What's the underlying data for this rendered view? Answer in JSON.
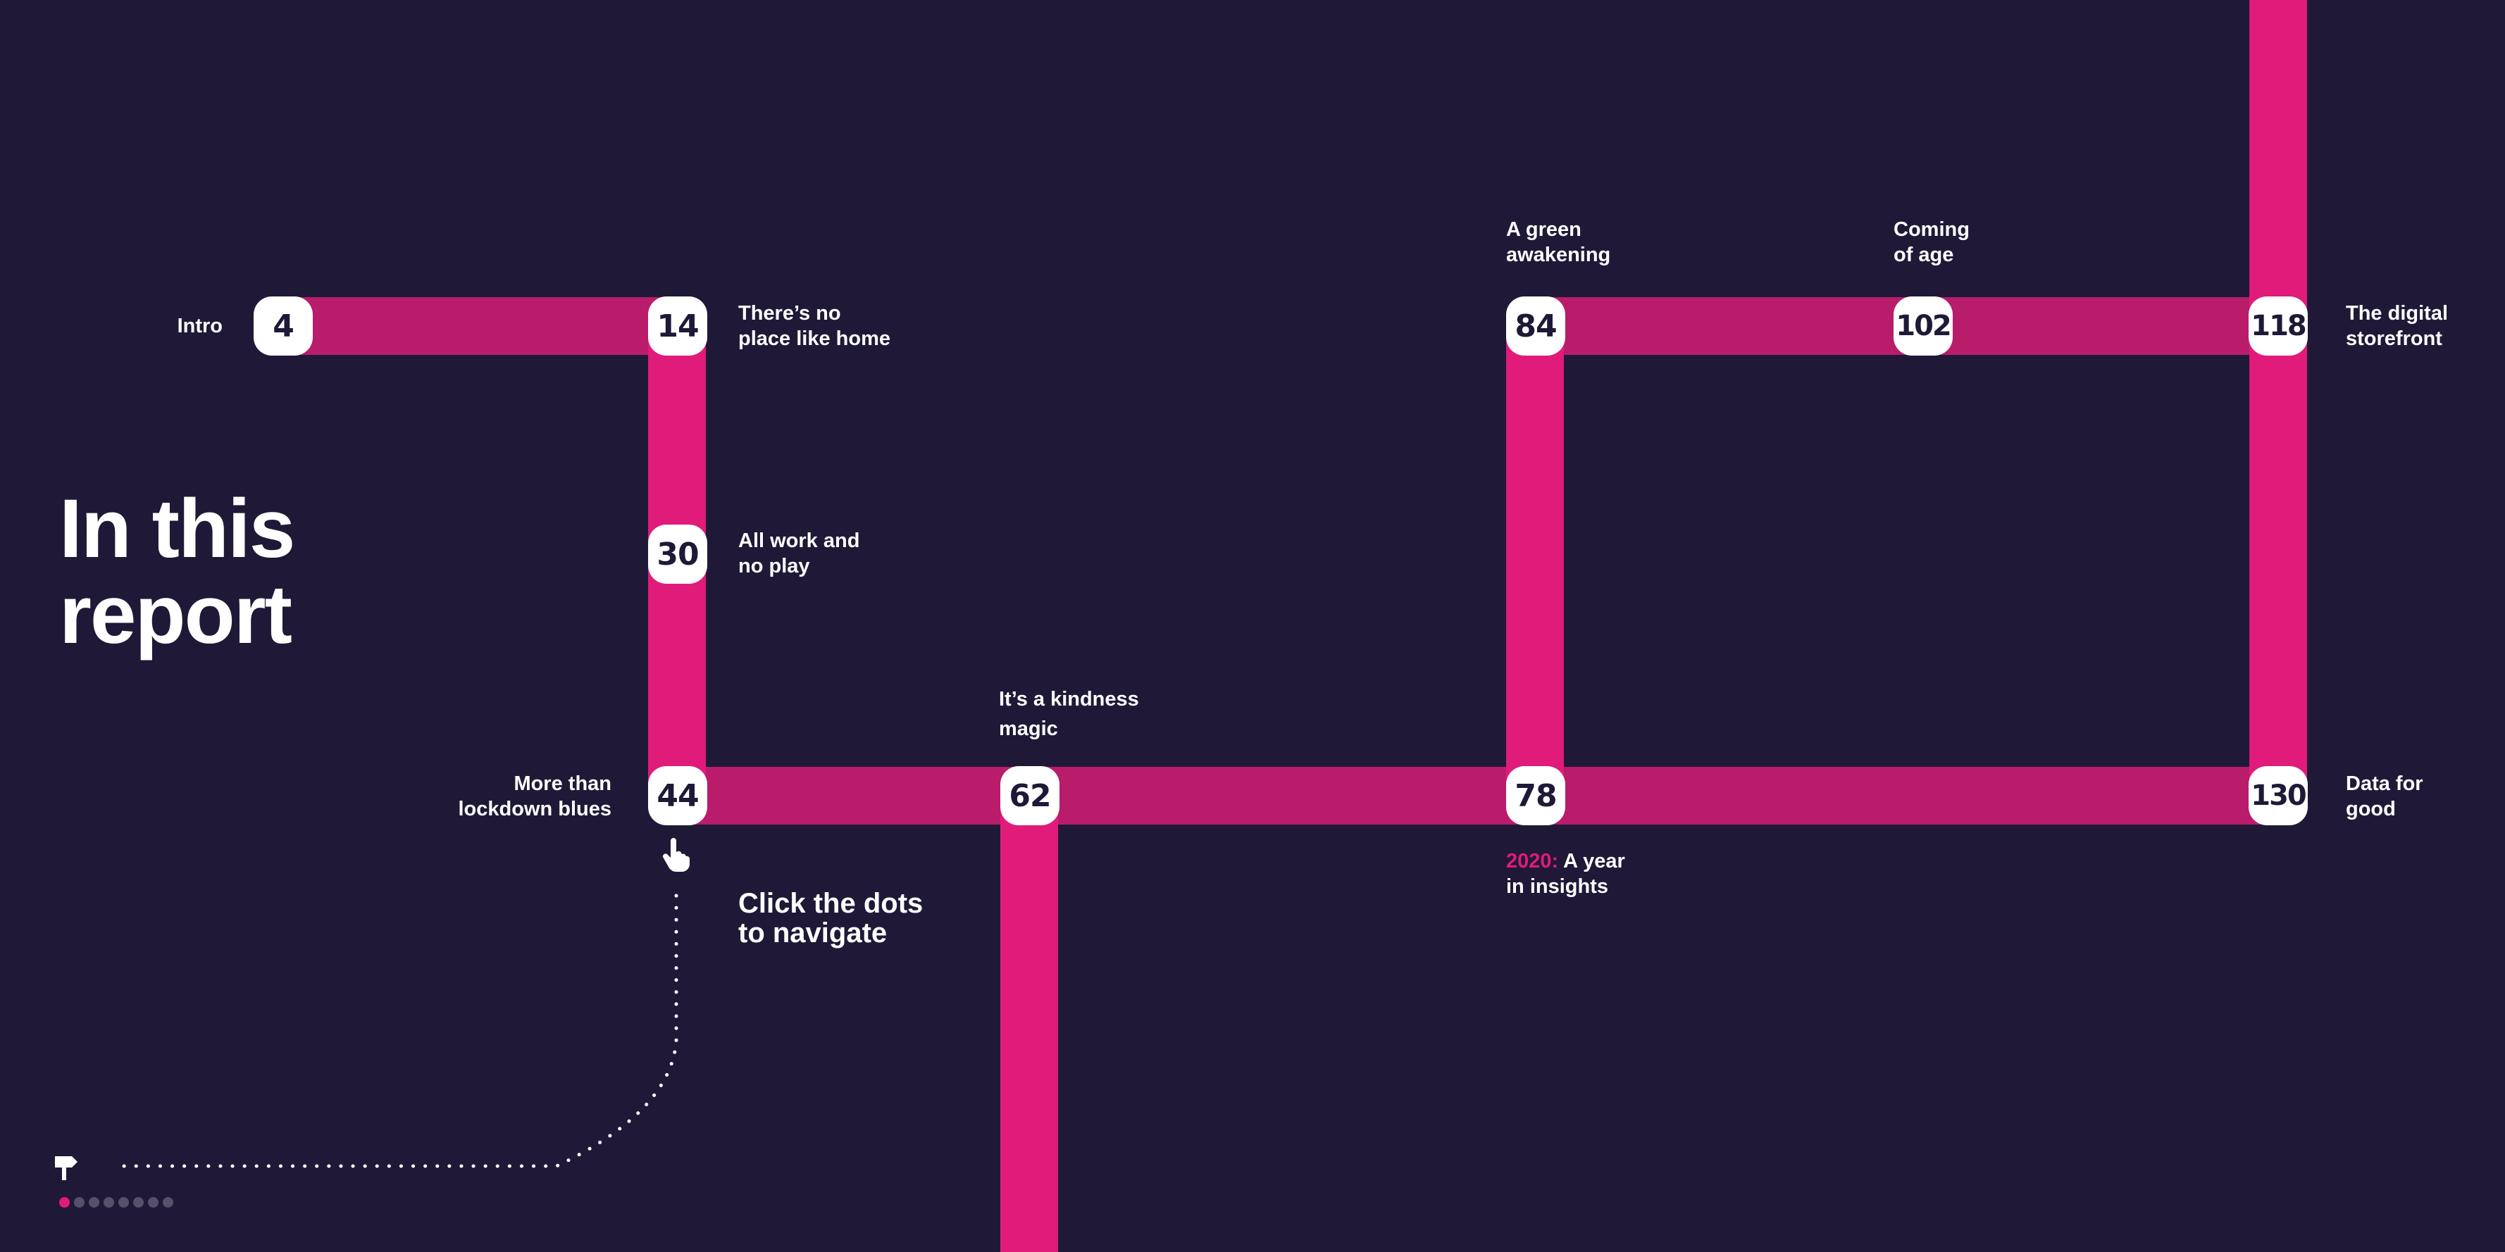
{
  "title": {
    "line1": "In this",
    "line2": "report"
  },
  "hint": {
    "line1": "Click the dots",
    "line2": "to navigate"
  },
  "sections": [
    {
      "page": "4",
      "line1": "Intro",
      "line2": ""
    },
    {
      "page": "14",
      "line1": "There’s no",
      "line2": "place like home"
    },
    {
      "page": "30",
      "line1": "All work and",
      "line2": "no play"
    },
    {
      "page": "44",
      "line1": "More than",
      "line2": "lockdown blues"
    },
    {
      "page": "62",
      "line1": "It’s a kindness",
      "line2": "magic"
    },
    {
      "page": "78",
      "line1_highlight": "2020:",
      "line1": " A year",
      "line2": "in insights"
    },
    {
      "page": "84",
      "line1": "A green",
      "line2": "awakening"
    },
    {
      "page": "102",
      "line1": "Coming",
      "line2": "of age"
    },
    {
      "page": "118",
      "line1": "The digital",
      "line2": "storefront"
    },
    {
      "page": "130",
      "line1": "Data for",
      "line2": "good"
    }
  ],
  "pager": {
    "total": 8,
    "active": 1
  },
  "colors": {
    "background": "#1f1937",
    "track_vertical": "#e01b7a",
    "track_horizontal": "#b81c6a",
    "node": "#ffffff",
    "node_text": "#1f1937",
    "highlight": "#e01b7a"
  },
  "icons": {
    "hand": "pointing-hand-icon",
    "nav": "signpost-icon"
  }
}
